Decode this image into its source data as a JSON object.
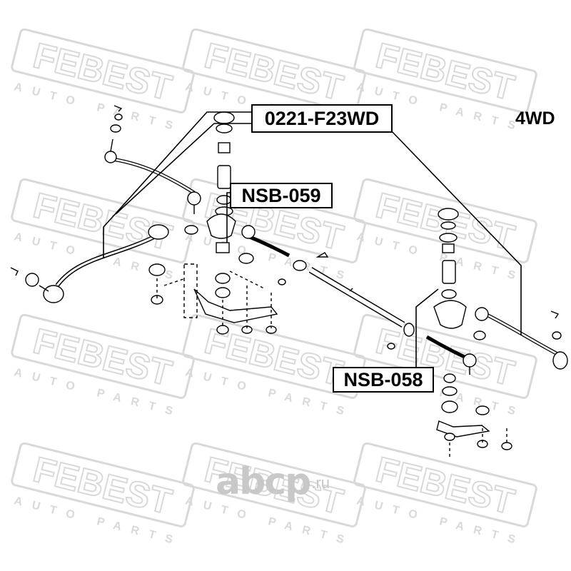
{
  "watermark": {
    "brand": "FEBEST",
    "tagline": "AUTO PARTS",
    "color": "#d9d9d9"
  },
  "drive_label": "4WD",
  "part_labels": {
    "upper": "0221-F23WD",
    "left_bushing": "NSB-059",
    "right_bushing": "NSB-058"
  },
  "site_logo": {
    "name": "abcp",
    "suffix": ".ru",
    "color": "#c8c8c8"
  },
  "colors": {
    "line": "#000000",
    "box_border": "#000000",
    "background": "#ffffff"
  },
  "icons": [
    "bolt-icon",
    "nut-icon",
    "washer-icon",
    "bushing-icon",
    "tie-rod-end-icon",
    "idler-arm-icon",
    "pitman-arm-icon",
    "center-link-icon"
  ]
}
